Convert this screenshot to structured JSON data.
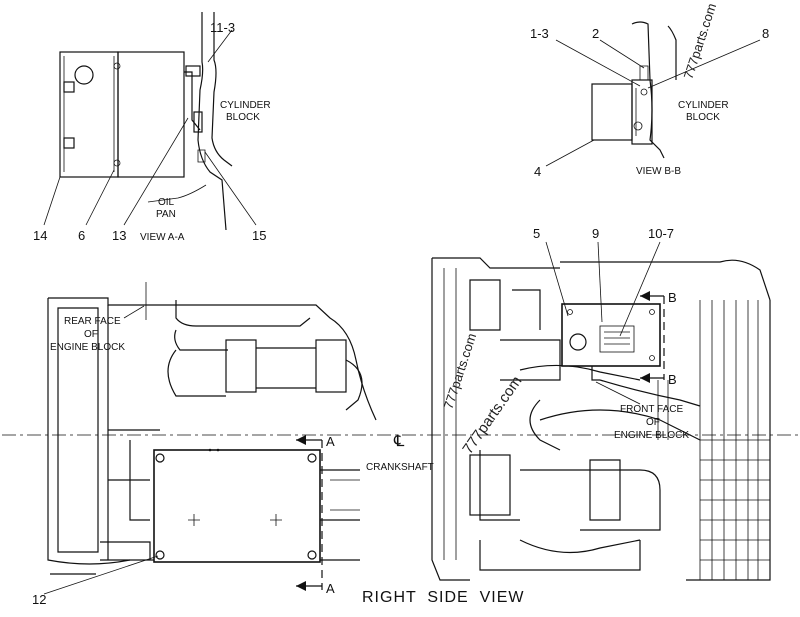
{
  "view_aa": {
    "callouts": [
      "11-3",
      "14",
      "6",
      "13",
      "15"
    ],
    "labels": [
      "CYLINDER",
      "BLOCK",
      "OIL",
      "PAN"
    ],
    "title": "VIEW A-A"
  },
  "view_bb": {
    "callouts": [
      "1-3",
      "2",
      "8",
      "4"
    ],
    "labels": [
      "CYLINDER",
      "BLOCK"
    ],
    "title": "VIEW B-B"
  },
  "left_view": {
    "rear_face": [
      "REAR FACE",
      "OF",
      "ENGINE BLOCK"
    ],
    "section_marks": [
      "A",
      "A"
    ],
    "callout_12": "12"
  },
  "center": {
    "centerline_symbol": "℄",
    "crankshaft": "CRANKSHAFT"
  },
  "right_view": {
    "callouts": [
      "5",
      "9",
      "10-7"
    ],
    "section_marks": [
      "B",
      "B"
    ],
    "front_face": [
      "FRONT FACE",
      "OF",
      "ENGINE BLOCK"
    ]
  },
  "watermarks": [
    "777parts.com",
    "777parts.com",
    "777parts.com"
  ],
  "caption": "RIGHT  SIDE  VIEW"
}
